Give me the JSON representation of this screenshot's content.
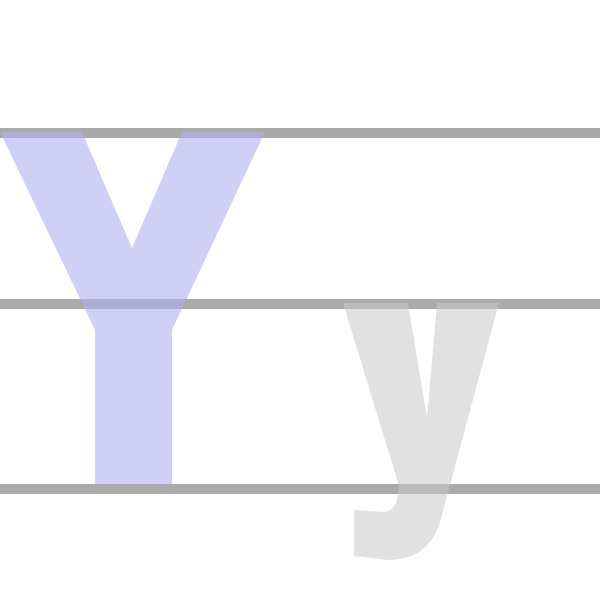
{
  "canvas": {
    "background": "#ffffff"
  },
  "guides": {
    "color": "#aaaaaa",
    "lines": [
      "cap-height",
      "x-height",
      "baseline"
    ]
  },
  "letters": {
    "uppercase": {
      "char": "Y",
      "color": "#c8c8f5"
    },
    "lowercase": {
      "char": "y",
      "color": "#d6d6d6"
    }
  }
}
